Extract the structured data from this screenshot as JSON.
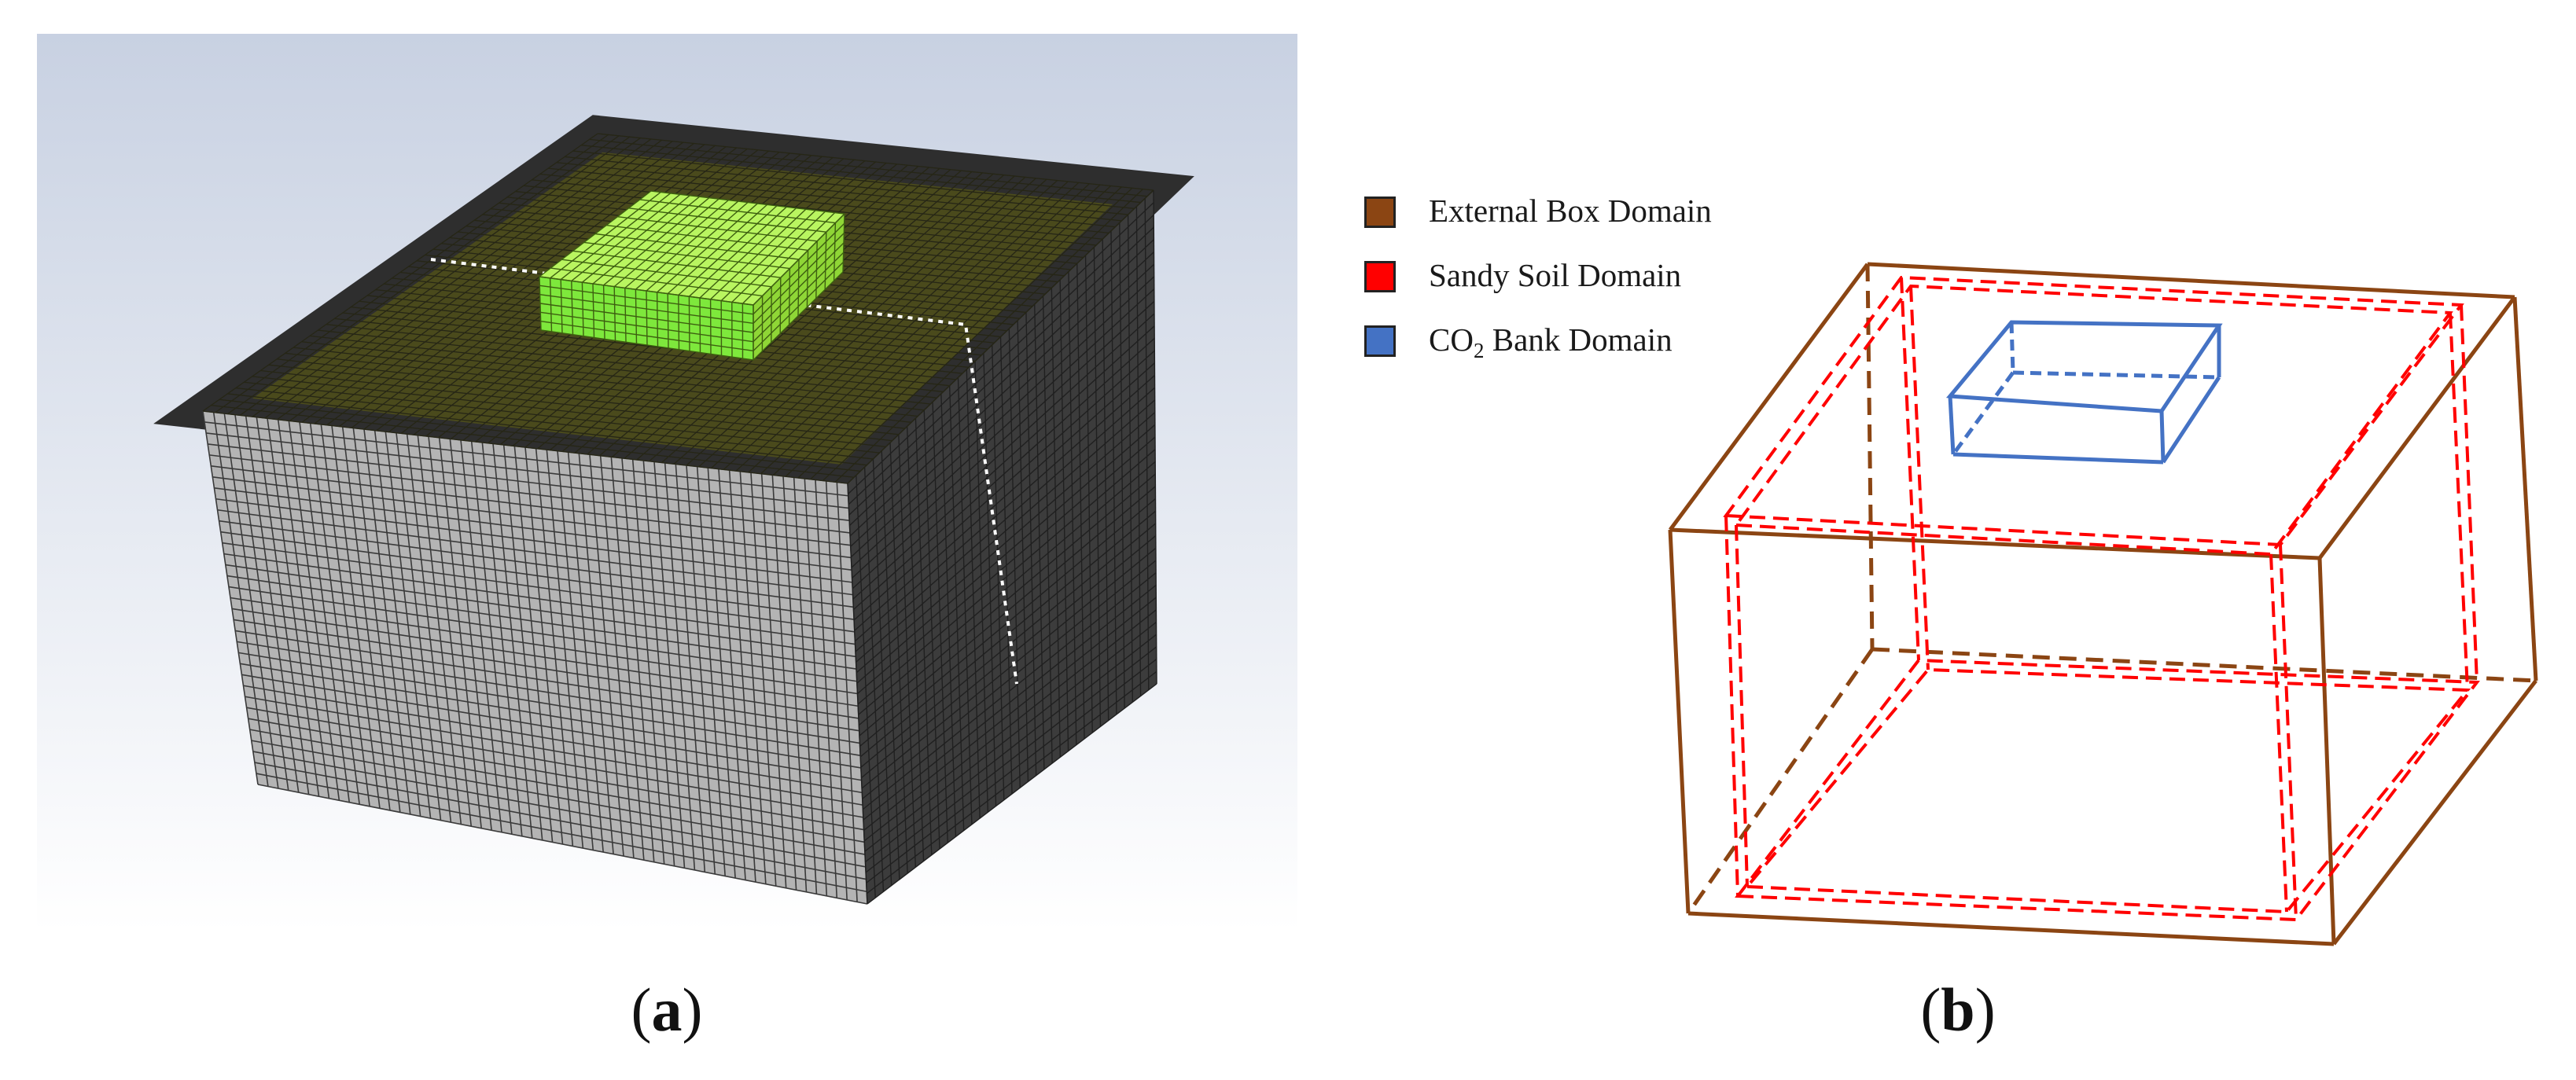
{
  "panel_a": {
    "caption": "a",
    "background_top_color": "#c8d1e2",
    "background_bottom_color": "#ffffff",
    "mesh_box_front_color": "#b4b4b4",
    "mesh_box_side_color": "#3c3c3c",
    "mesh_top_surface_color": "#4a4a1c",
    "co2_bank_block_color": "#7ee83c"
  },
  "panel_b": {
    "caption": "b",
    "legend": [
      {
        "label": "External Box Domain",
        "color": "#8b4513"
      },
      {
        "label": "Sandy Soil Domain",
        "color": "#ff0000"
      },
      {
        "label_prefix": "CO",
        "label_subscript": "2",
        "label_suffix": " Bank Domain",
        "color": "#4472c4"
      }
    ]
  }
}
